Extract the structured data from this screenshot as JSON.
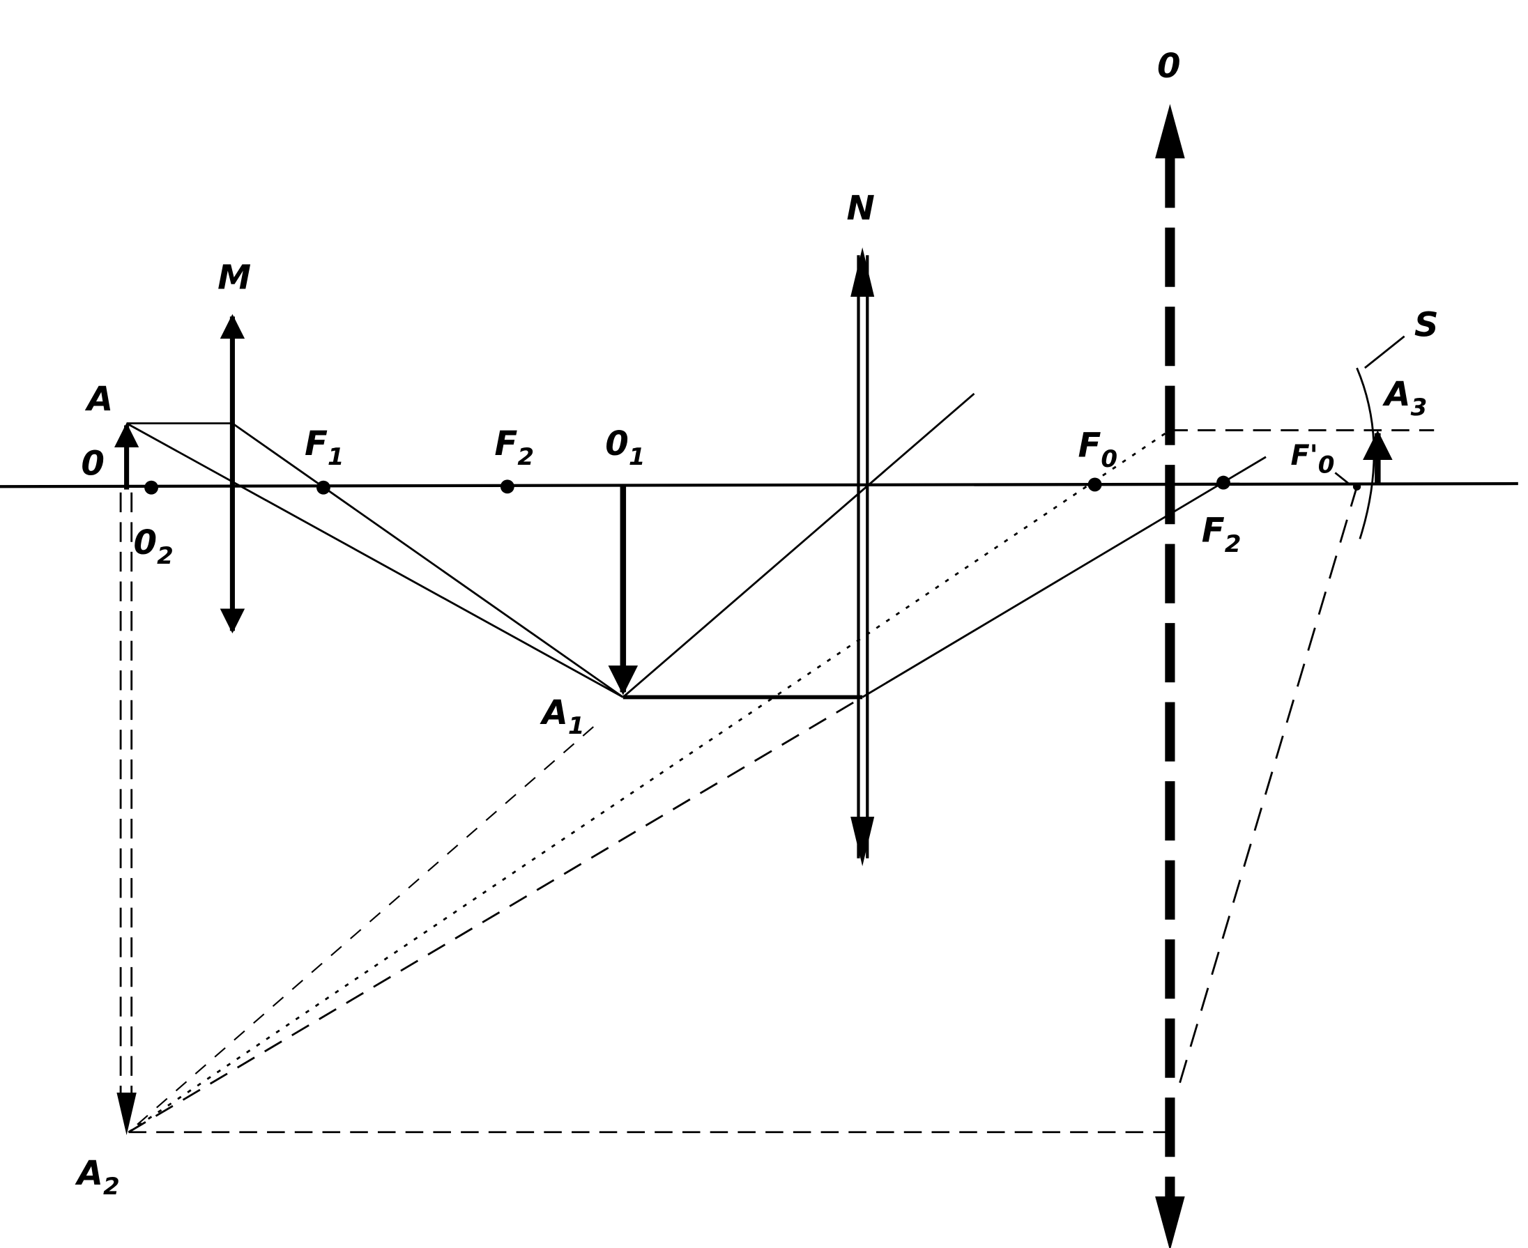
{
  "labels": {
    "A": "A",
    "O": "0",
    "O2": "0",
    "O2_sub": "2",
    "M": "M",
    "F1": "F",
    "F1_sub": "1",
    "F2": "F",
    "F2_sub": "2",
    "O1": "0",
    "O1_sub": "1",
    "A1": "A",
    "A1_sub": "1",
    "N": "N",
    "lens_O": "0",
    "F0": "F",
    "F0_sub": "0",
    "F2b": "F",
    "F2b_sub": "2",
    "F0p": "F",
    "F0p_sub": "0",
    "F0p_prime": "'",
    "A3": "A",
    "A3_sub": "3",
    "S": "S",
    "A2": "A",
    "A2_sub": "2"
  },
  "colors": {
    "ink": "#000000",
    "paper": "#ffffff"
  }
}
